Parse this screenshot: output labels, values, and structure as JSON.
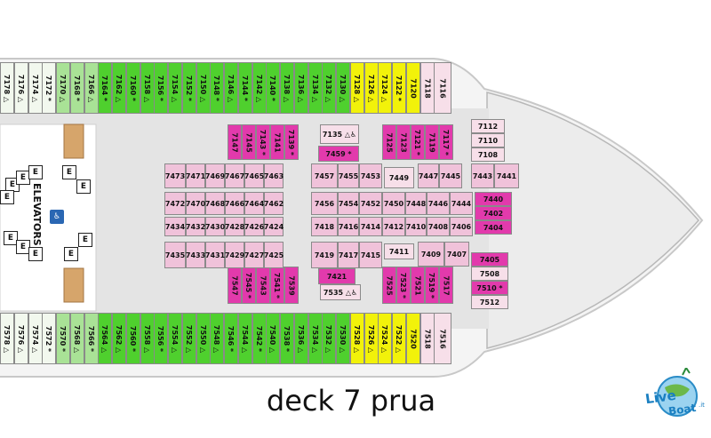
{
  "title": "deck 7 prua",
  "elevators_label": "ELEVATORS",
  "elevator_symbol": "E",
  "watermark": {
    "line1": "Live",
    "line2": "Boat",
    "suffix": ".it"
  },
  "colors": {
    "white_green": "#f2f8ee",
    "light_green": "#a9e296",
    "green": "#4fd02e",
    "yellow": "#f2f20a",
    "magenta": "#e23aac",
    "pink": "#f0c2da",
    "light_pink": "#f7dfe9",
    "corridor": "#e2e2e2",
    "hull_line": "#bdbdbd"
  },
  "cabins": {
    "top_row": [
      {
        "label": "7178 △",
        "color": "white_green"
      },
      {
        "label": "7176 △",
        "color": "white_green"
      },
      {
        "label": "7174 △",
        "color": "white_green"
      },
      {
        "label": "7172 *",
        "color": "white_green"
      },
      {
        "label": "7170 △",
        "color": "light_green"
      },
      {
        "label": "7168 *",
        "color": "light_green"
      },
      {
        "label": "7166 △",
        "color": "light_green"
      },
      {
        "label": "7164 *",
        "color": "green"
      },
      {
        "label": "7162 △",
        "color": "green"
      },
      {
        "label": "7160 *",
        "color": "green"
      },
      {
        "label": "7158 △",
        "color": "green"
      },
      {
        "label": "7156 *",
        "color": "green"
      },
      {
        "label": "7154 △",
        "color": "green"
      },
      {
        "label": "7152 *",
        "color": "green"
      },
      {
        "label": "7150 △",
        "color": "green"
      },
      {
        "label": "7148 *",
        "color": "green"
      },
      {
        "label": "7146 △",
        "color": "green"
      },
      {
        "label": "7144 *",
        "color": "green"
      },
      {
        "label": "7142 △",
        "color": "green"
      },
      {
        "label": "7140 *",
        "color": "green"
      },
      {
        "label": "7138 △",
        "color": "green"
      },
      {
        "label": "7136 △",
        "color": "green"
      },
      {
        "label": "7134 △",
        "color": "green"
      },
      {
        "label": "7132 △",
        "color": "green"
      },
      {
        "label": "7130 △",
        "color": "green"
      },
      {
        "label": "7128 △",
        "color": "yellow"
      },
      {
        "label": "7126 △",
        "color": "yellow"
      },
      {
        "label": "7124 △",
        "color": "yellow"
      },
      {
        "label": "7122 *",
        "color": "yellow"
      },
      {
        "label": "7120",
        "color": "yellow"
      },
      {
        "label": "7118",
        "color": "light_pink"
      },
      {
        "label": "7116",
        "color": "light_pink"
      }
    ],
    "bottom_row": [
      {
        "label": "7578 △",
        "color": "white_green"
      },
      {
        "label": "7576 △",
        "color": "white_green"
      },
      {
        "label": "7574 △",
        "color": "white_green"
      },
      {
        "label": "7572 *",
        "color": "white_green"
      },
      {
        "label": "7570 *",
        "color": "light_green"
      },
      {
        "label": "7568 △",
        "color": "light_green"
      },
      {
        "label": "7566 *",
        "color": "light_green"
      },
      {
        "label": "7564 △",
        "color": "green"
      },
      {
        "label": "7562 △",
        "color": "green"
      },
      {
        "label": "7560 *",
        "color": "green"
      },
      {
        "label": "7558 △",
        "color": "green"
      },
      {
        "label": "7556 *",
        "color": "green"
      },
      {
        "label": "7554 △",
        "color": "green"
      },
      {
        "label": "7552 △",
        "color": "green"
      },
      {
        "label": "7550 △",
        "color": "green"
      },
      {
        "label": "7548 △",
        "color": "green"
      },
      {
        "label": "7546 *",
        "color": "green"
      },
      {
        "label": "7544 △",
        "color": "green"
      },
      {
        "label": "7542 *",
        "color": "green"
      },
      {
        "label": "7540 △",
        "color": "green"
      },
      {
        "label": "7538 *",
        "color": "green"
      },
      {
        "label": "7536 △",
        "color": "green"
      },
      {
        "label": "7534 △",
        "color": "green"
      },
      {
        "label": "7532 △",
        "color": "green"
      },
      {
        "label": "7530 △",
        "color": "green"
      },
      {
        "label": "7528 △",
        "color": "yellow"
      },
      {
        "label": "7526 △",
        "color": "yellow"
      },
      {
        "label": "7524 △",
        "color": "yellow"
      },
      {
        "label": "7522 △",
        "color": "yellow"
      },
      {
        "label": "7520",
        "color": "yellow"
      },
      {
        "label": "7518",
        "color": "light_pink"
      },
      {
        "label": "7516",
        "color": "light_pink"
      }
    ],
    "upper_inner_magenta": [
      {
        "label": "7147",
        "color": "magenta"
      },
      {
        "label": "7145",
        "color": "magenta"
      },
      {
        "label": "7143 *",
        "color": "magenta"
      },
      {
        "label": "7141",
        "color": "magenta"
      },
      {
        "label": "7139 *",
        "color": "magenta"
      },
      {
        "label": "7125",
        "color": "magenta"
      },
      {
        "label": "7123",
        "color": "magenta"
      },
      {
        "label": "7121 *",
        "color": "magenta"
      },
      {
        "label": "7119",
        "color": "magenta"
      },
      {
        "label": "7117 *",
        "color": "magenta"
      }
    ],
    "lower_inner_magenta": [
      {
        "label": "7547",
        "color": "magenta"
      },
      {
        "label": "7545 *",
        "color": "magenta"
      },
      {
        "label": "7543",
        "color": "magenta"
      },
      {
        "label": "7541 *",
        "color": "magenta"
      },
      {
        "label": "7539",
        "color": "magenta"
      },
      {
        "label": "7525",
        "color": "magenta"
      },
      {
        "label": "7523 *",
        "color": "magenta"
      },
      {
        "label": "7521",
        "color": "magenta"
      },
      {
        "label": "7519 *",
        "color": "magenta"
      },
      {
        "label": "7517",
        "color": "magenta"
      }
    ],
    "horizontal": [
      {
        "label": "7135 △♿",
        "color": "light_pink"
      },
      {
        "label": "7459 *",
        "color": "magenta"
      },
      {
        "label": "7112",
        "color": "light_pink"
      },
      {
        "label": "7110",
        "color": "light_pink"
      },
      {
        "label": "7108",
        "color": "light_pink"
      },
      {
        "label": "7473",
        "color": "pink"
      },
      {
        "label": "7471",
        "color": "pink"
      },
      {
        "label": "7469",
        "color": "pink"
      },
      {
        "label": "7467",
        "color": "pink"
      },
      {
        "label": "7465",
        "color": "pink"
      },
      {
        "label": "7463",
        "color": "pink"
      },
      {
        "label": "7457",
        "color": "pink"
      },
      {
        "label": "7455",
        "color": "pink"
      },
      {
        "label": "7453",
        "color": "pink"
      },
      {
        "label": "7449",
        "color": "light_pink"
      },
      {
        "label": "7447",
        "color": "pink"
      },
      {
        "label": "7445",
        "color": "pink"
      },
      {
        "label": "7443",
        "color": "pink"
      },
      {
        "label": "7441",
        "color": "pink"
      },
      {
        "label": "7472",
        "color": "pink"
      },
      {
        "label": "7470",
        "color": "pink"
      },
      {
        "label": "7468",
        "color": "pink"
      },
      {
        "label": "7466",
        "color": "pink"
      },
      {
        "label": "7464",
        "color": "pink"
      },
      {
        "label": "7462",
        "color": "pink"
      },
      {
        "label": "7456",
        "color": "pink"
      },
      {
        "label": "7454",
        "color": "pink"
      },
      {
        "label": "7452",
        "color": "pink"
      },
      {
        "label": "7450",
        "color": "pink"
      },
      {
        "label": "7448",
        "color": "pink"
      },
      {
        "label": "7446",
        "color": "pink"
      },
      {
        "label": "7444",
        "color": "pink"
      },
      {
        "label": "7440",
        "color": "magenta"
      },
      {
        "label": "7402",
        "color": "magenta"
      },
      {
        "label": "7404",
        "color": "magenta"
      },
      {
        "label": "7434",
        "color": "pink"
      },
      {
        "label": "7432",
        "color": "pink"
      },
      {
        "label": "7430",
        "color": "pink"
      },
      {
        "label": "7428",
        "color": "pink"
      },
      {
        "label": "7426",
        "color": "pink"
      },
      {
        "label": "7424",
        "color": "pink"
      },
      {
        "label": "7418",
        "color": "pink"
      },
      {
        "label": "7416",
        "color": "pink"
      },
      {
        "label": "7414",
        "color": "pink"
      },
      {
        "label": "7412",
        "color": "pink"
      },
      {
        "label": "7410",
        "color": "pink"
      },
      {
        "label": "7408",
        "color": "pink"
      },
      {
        "label": "7406",
        "color": "pink"
      },
      {
        "label": "7435",
        "color": "pink"
      },
      {
        "label": "7433",
        "color": "pink"
      },
      {
        "label": "7431",
        "color": "pink"
      },
      {
        "label": "7429",
        "color": "pink"
      },
      {
        "label": "7427",
        "color": "pink"
      },
      {
        "label": "7425",
        "color": "pink"
      },
      {
        "label": "7419",
        "color": "pink"
      },
      {
        "label": "7417",
        "color": "pink"
      },
      {
        "label": "7415",
        "color": "pink"
      },
      {
        "label": "7411",
        "color": "light_pink"
      },
      {
        "label": "7409",
        "color": "pink"
      },
      {
        "label": "7407",
        "color": "pink"
      },
      {
        "label": "7405",
        "color": "magenta"
      },
      {
        "label": "7508",
        "color": "light_pink"
      },
      {
        "label": "7421",
        "color": "magenta"
      },
      {
        "label": "7535 △♿",
        "color": "light_pink"
      },
      {
        "label": "7510 *",
        "color": "magenta"
      },
      {
        "label": "7512",
        "color": "light_pink"
      }
    ]
  }
}
